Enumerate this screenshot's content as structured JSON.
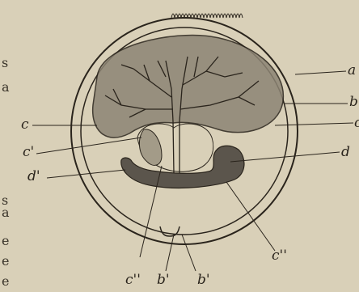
{
  "labels": {
    "a": "a",
    "b": "b",
    "c_right": "c",
    "d": "d",
    "c_left": "c",
    "c_prime": "c'",
    "d_prime": "d'",
    "c_double_prime_bottom": "c''",
    "b_prime_left": "b'",
    "b_prime_right": "b'",
    "c_double_prime_right": "c''"
  },
  "left_margin_fragments": [
    "s",
    "a",
    "s",
    "a",
    "e",
    "e",
    "e"
  ],
  "colors": {
    "paper": "#d9d0b8",
    "ink": "#2a241c",
    "shading": "#8c8474",
    "dark_band": "#5b554c"
  }
}
